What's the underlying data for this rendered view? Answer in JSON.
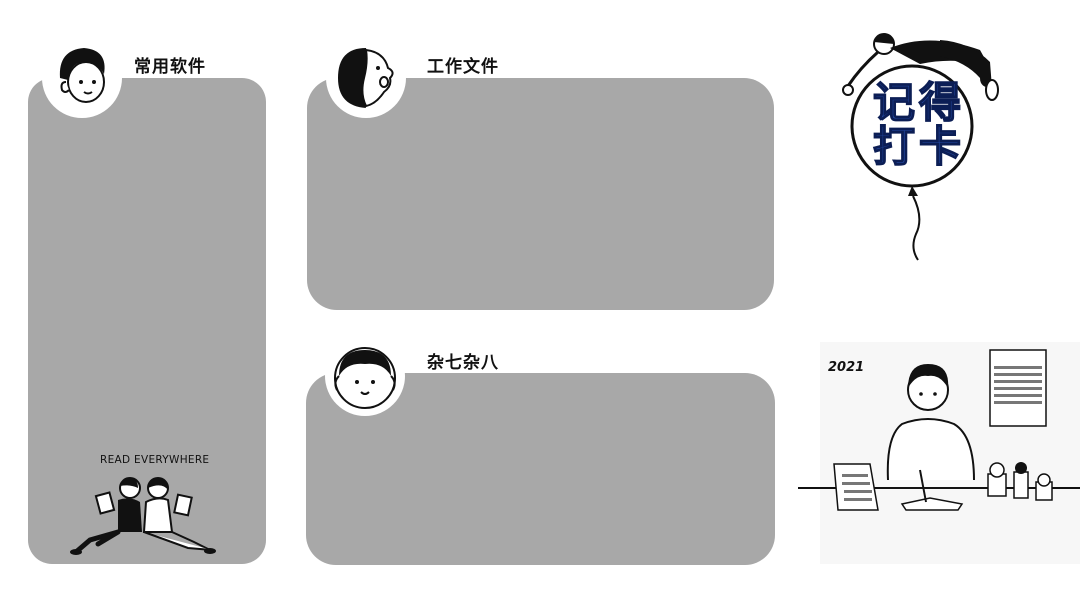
{
  "sections": {
    "common": {
      "title": "常用软件"
    },
    "work": {
      "title": "工作文件"
    },
    "misc": {
      "title": "杂七杂八"
    }
  },
  "read_caption": "READ EVERYWHERE",
  "balloon": {
    "line1": "记得",
    "line2": "打卡"
  },
  "scene": {
    "year": "2021"
  },
  "icons": [
    "boy-avatar-icon",
    "singing-face-icon",
    "girl-avatar-icon",
    "readers-illustration",
    "balloon-illustration",
    "desk-scene-illustration"
  ],
  "colors": {
    "panel": "#a8a8a8",
    "punch_text": "#2a55b8",
    "background": "#ffffff"
  }
}
